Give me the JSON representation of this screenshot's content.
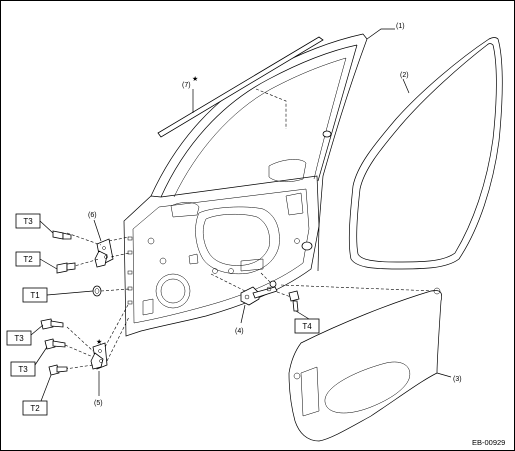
{
  "diagram": {
    "code": "EB-00929",
    "star": "★",
    "callouts": {
      "p1": "(1)",
      "p2": "(2)",
      "p3": "(3)",
      "p4": "(4)",
      "p5": "(5)",
      "p6": "(6)",
      "p7": "(7)"
    },
    "torque_labels": {
      "t3a": "T3",
      "t2a": "T2",
      "t1": "T1",
      "t3b": "T3",
      "t3c": "T3",
      "t2b": "T2",
      "t4": "T4"
    }
  }
}
